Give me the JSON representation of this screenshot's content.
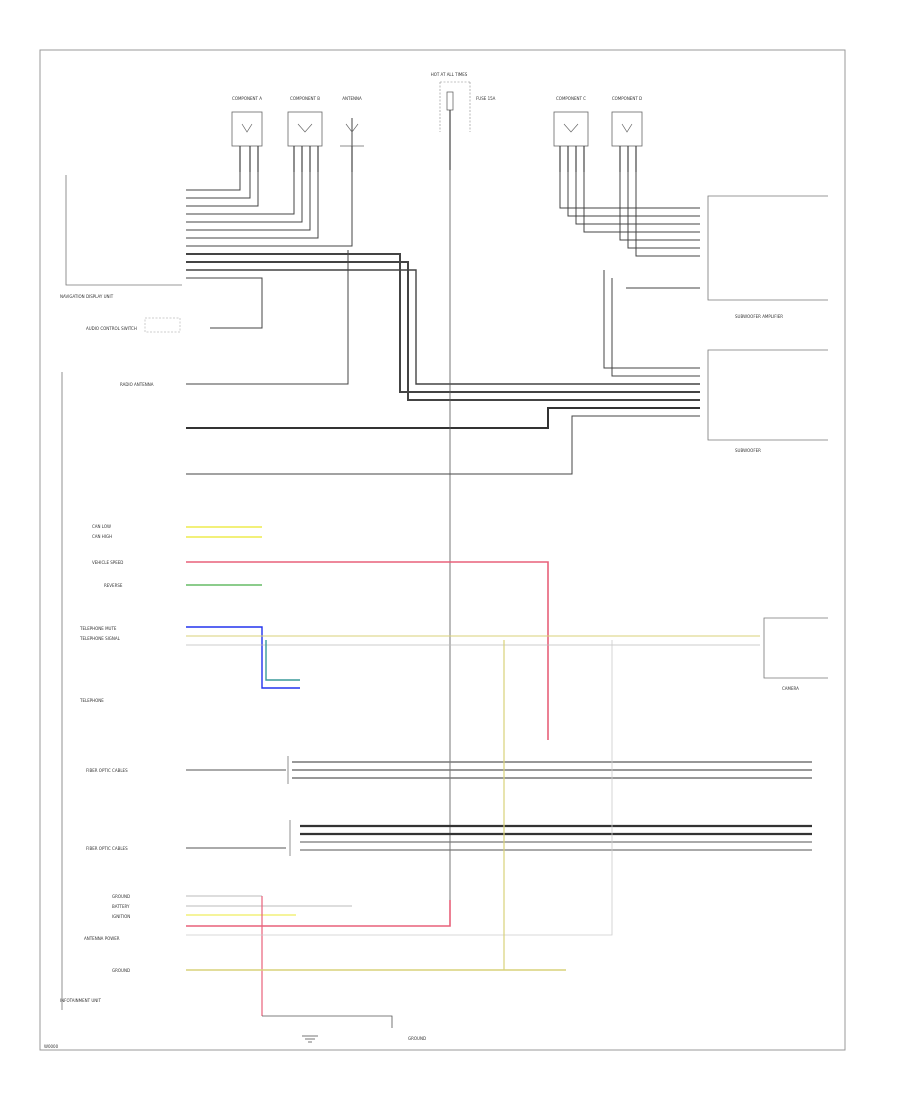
{
  "diagram": {
    "id_label": "W0000",
    "colors": {
      "wire_dark": "#333333",
      "wire_gray": "#777777",
      "red": "#e8607a",
      "yellow": "#f2f07a",
      "yellow_line": "#d8d27a",
      "blue": "#2233ee",
      "teal": "#3a9a9a",
      "green": "#66bb66"
    },
    "top_components": [
      {
        "name": "COMPONENT A",
        "pins": 3
      },
      {
        "name": "COMPONENT B",
        "pins": 4
      },
      {
        "name": "ANTENNA",
        "pins": 1
      },
      {
        "name": "COMPONENT C",
        "pins": 4
      },
      {
        "name": "COMPONENT D",
        "pins": 3
      }
    ],
    "fuse_block": {
      "label": "HOT AT ALL TIMES",
      "fuse": "FUSE 15A"
    },
    "left_modules": [
      {
        "label": "NAVIGATION DISPLAY UNIT"
      },
      {
        "label": "AUDIO CONTROL SWITCH"
      },
      {
        "label": "RADIO ANTENNA"
      }
    ],
    "right_modules": [
      {
        "label": "SUBWOOFER AMPLIFIER"
      },
      {
        "label": "SUBWOOFER"
      },
      {
        "label": "CAMERA"
      }
    ],
    "left_signals": [
      {
        "label": "CAN LOW"
      },
      {
        "label": "CAN HIGH"
      },
      {
        "label": "VEHICLE SPEED"
      },
      {
        "label": "REVERSE"
      },
      {
        "label": "TELEPHONE MUTE"
      },
      {
        "label": "TELEPHONE SIGNAL"
      },
      {
        "label": "TELEPHONE"
      },
      {
        "label": "FIBER OPTIC CABLES"
      },
      {
        "label": "FIBER OPTIC CABLES"
      },
      {
        "label": "GROUND"
      },
      {
        "label": "BATTERY"
      },
      {
        "label": "IGNITION"
      },
      {
        "label": "ANTENNA POWER"
      },
      {
        "label": "GROUND"
      }
    ],
    "footer_labels": [
      {
        "label": "INFOTAINMENT UNIT"
      },
      {
        "label": "GROUND"
      }
    ]
  }
}
